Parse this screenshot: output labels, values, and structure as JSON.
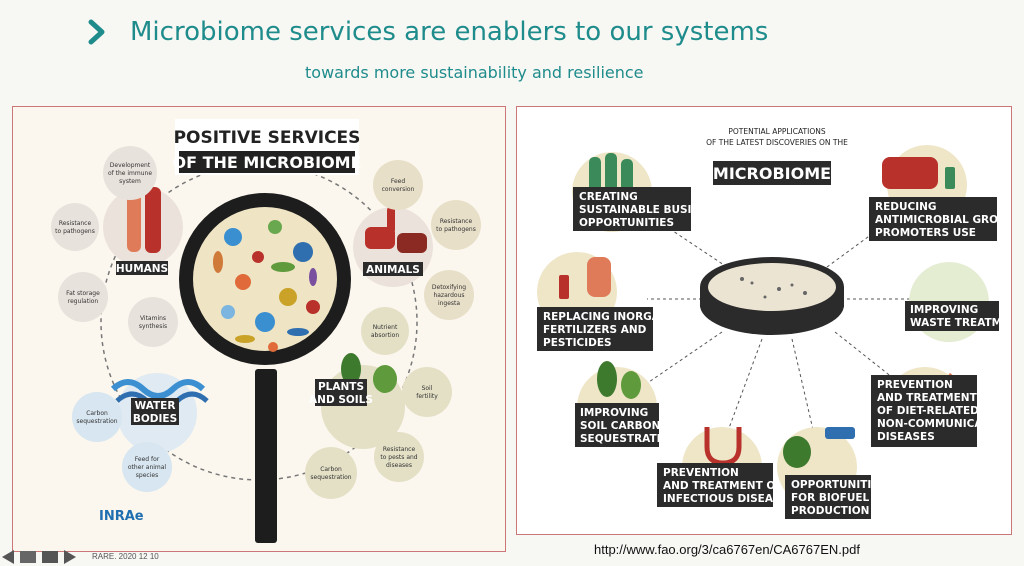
{
  "slide": {
    "title": "Microbiome services are enablers to our systems",
    "subtitle": "towards more  sustainability and resilience",
    "footer": "RARE. 2020 12 10",
    "url": "http://www.fao.org/3/ca6767en/CA6767EN.pdf"
  },
  "left": {
    "heading_line1": "POSITIVE SERVICES",
    "heading_line2": "OF THE MICROBIOME",
    "humans": "HUMANS",
    "animals": "ANIMALS",
    "plants_l1": "PLANTS",
    "plants_l2": "AND SOILS",
    "water_l1": "WATER",
    "water_l2": "BODIES",
    "logo": "INRAe",
    "bubbles": {
      "immune_l1": "Development",
      "immune_l2": "of the immune",
      "immune_l3": "system",
      "res_path_l1": "Resistance",
      "res_path_l2": "to pathogens",
      "fat_l1": "Fat storage",
      "fat_l2": "regulation",
      "vit_l1": "Vitamins",
      "vit_l2": "synthesis",
      "feed_l1": "Feed",
      "feed_l2": "conversion",
      "res_path2_l1": "Resistance",
      "res_path2_l2": "to pathogens",
      "detox_l1": "Detoxifying",
      "detox_l2": "hazardous",
      "detox_l3": "ingesta",
      "nutr_l1": "Nutrient",
      "nutr_l2": "absortion",
      "soil_l1": "Soil",
      "soil_l2": "fertility",
      "pests_l1": "Resistance",
      "pests_l2": "to pests and",
      "pests_l3": "diseases",
      "carbon_l1": "Carbon",
      "carbon_l2": "sequestration",
      "carbon2_l1": "Carbon",
      "carbon2_l2": "sequestration",
      "feedoa_l1": "Feed for",
      "feedoa_l2": "other animal",
      "feedoa_l3": "species"
    }
  },
  "right": {
    "heading_l1": "POTENTIAL APPLICATIONS",
    "heading_l2": "OF THE LATEST DISCOVERIES ON THE",
    "heading_l3": "MICROBIOME",
    "apps": {
      "business_l1": "CREATING",
      "business_l2": "SUSTAINABLE BUSINESS",
      "business_l3": "OPPORTUNITIES",
      "antimicro_l1": "REDUCING",
      "antimicro_l2": "ANTIMICROBIAL GROWTH",
      "antimicro_l3": "PROMOTERS USE",
      "fert_l1": "REPLACING INORGANIC",
      "fert_l2": "FERTILIZERS AND",
      "fert_l3": "PESTICIDES",
      "waste_l1": "IMPROVING",
      "waste_l2": "WASTE TREATMENT",
      "soilc_l1": "IMPROVING",
      "soilc_l2": "SOIL CARBON",
      "soilc_l3": "SEQUESTRATION",
      "diet_l1": "PREVENTION",
      "diet_l2": "AND TREATMENT",
      "diet_l3": "OF DIET-RELATED",
      "diet_l4": "NON-COMMUNICABLE",
      "diet_l5": "DISEASES",
      "infect_l1": "PREVENTION",
      "infect_l2": "AND TREATMENT OF",
      "infect_l3": "INFECTIOUS DISEASES",
      "biofuel_l1": "OPPORTUNITIES",
      "biofuel_l2": "FOR BIOFUEL",
      "biofuel_l3": "PRODUCTION"
    }
  },
  "colors": {
    "teal": "#1f8c8c",
    "label_bg": "#2b2b2b",
    "bubble_beige": "#e8dfc8",
    "bubble_pink": "#ece2dc",
    "water_blue": "#3c8fd0",
    "green": "#5f9a3c",
    "red": "#b8322b"
  }
}
